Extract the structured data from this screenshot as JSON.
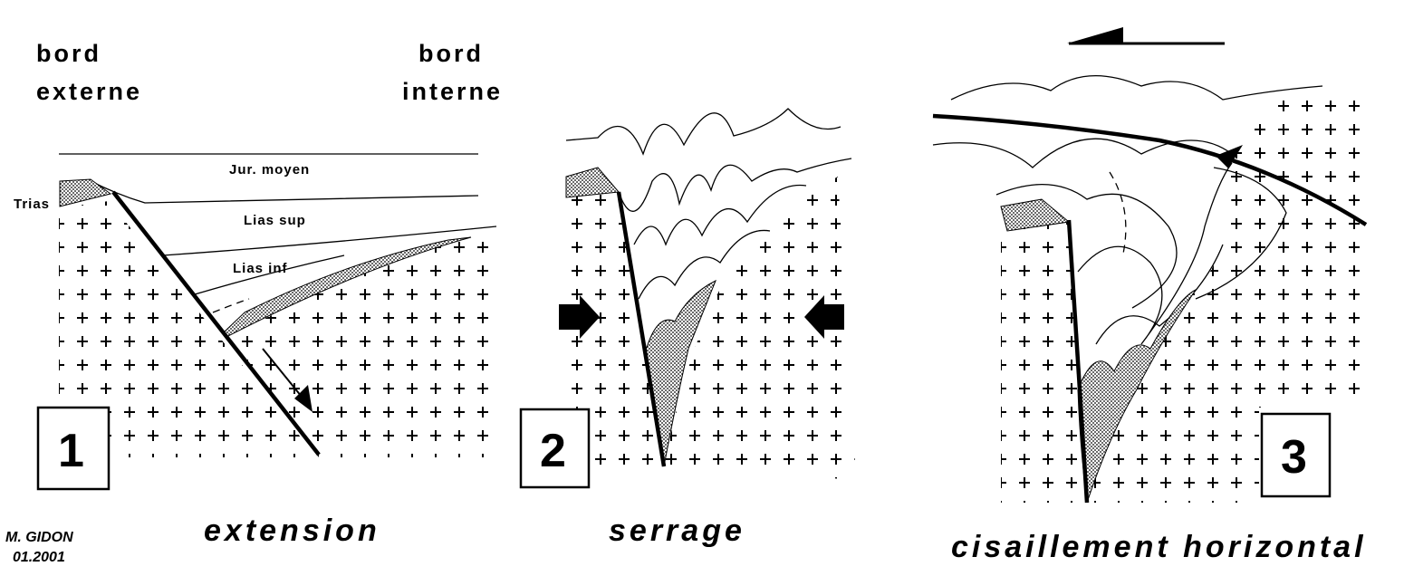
{
  "panel1": {
    "header_left": [
      "bord",
      "externe"
    ],
    "header_right": [
      "bord",
      "interne"
    ],
    "layers": {
      "jur_moyen": "Jur. moyen",
      "trias": "Trias",
      "lias_sup": "Lias sup",
      "lias_inf": "Lias inf"
    },
    "number": "1",
    "caption": "extension"
  },
  "panel2": {
    "number": "2",
    "caption": "serrage"
  },
  "panel3": {
    "number": "3",
    "caption": "cisaillement horizontal"
  },
  "author": {
    "name": "M. GIDON",
    "date": "01.2001"
  }
}
